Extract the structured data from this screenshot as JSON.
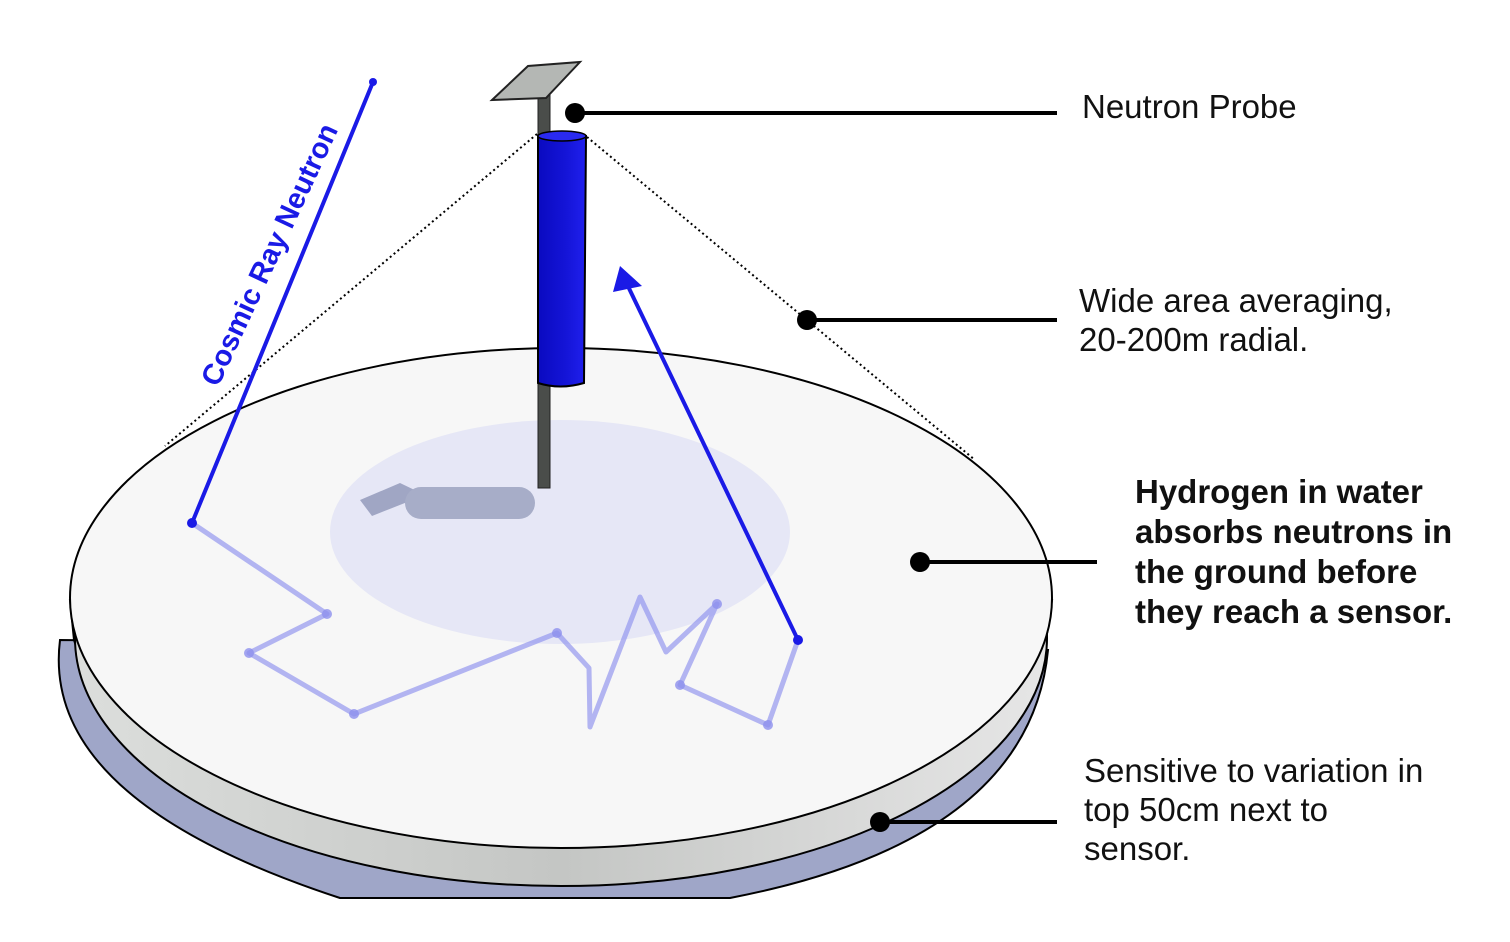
{
  "labels": {
    "probe": "Neutron Probe",
    "averaging": [
      "Wide area averaging,",
      "20-200m radial."
    ],
    "hydrogen": [
      "Hydrogen in water",
      "absorbs neutrons in",
      "the ground before",
      "they reach a sensor."
    ],
    "sensitive": [
      "Sensitive to variation in",
      "top 50cm next to",
      "sensor."
    ],
    "cosmic": "Cosmic Ray Neutron"
  },
  "colors": {
    "neutron": "#1a1ae6",
    "probe": "#1010d0",
    "disk_top": "#f6f6f6",
    "disk_side": "#c8cac8",
    "base": "#9fa6c8",
    "footprint": "#e6e7f6"
  }
}
